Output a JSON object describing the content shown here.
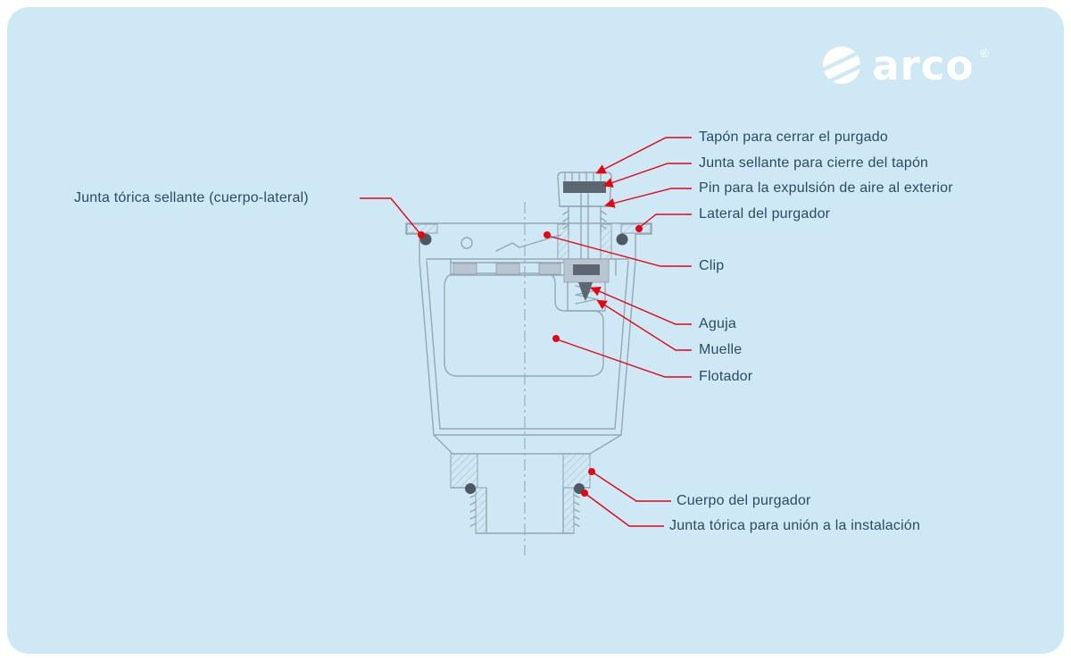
{
  "brand": {
    "name": "arco",
    "registered": "®"
  },
  "colors": {
    "panel_background": "#cee9f5",
    "label_text": "#2a4a66",
    "leader_line": "#e30613",
    "drawing_stroke": "#97a6b3",
    "dark_part_fill": "#5d6771",
    "o_ring_fill": "#4e5860",
    "logo_text": "#ffffff"
  },
  "labels": {
    "tapon": "Tapón para cerrar el purgado",
    "junta_sellante": "Junta sellante para cierre del tapón",
    "pin": "Pin para la expulsión de aire al exterior",
    "lateral": "Lateral del purgador",
    "clip": "Clip",
    "aguja": "Aguja",
    "muelle": "Muelle",
    "flotador": "Flotador",
    "cuerpo": "Cuerpo del purgador",
    "junta_union": "Junta tórica para unión a la instalación",
    "junta_lateral": "Junta tórica sellante (cuerpo-lateral)"
  }
}
